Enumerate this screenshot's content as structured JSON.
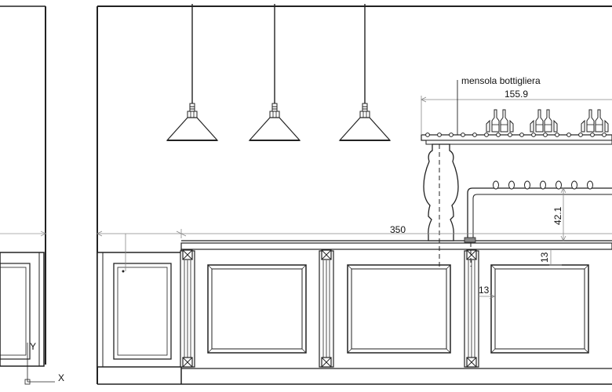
{
  "drawing": {
    "annotation_label": "mensola bottigliera",
    "dimensions": {
      "shelf_width": "155.9",
      "counter_length": "350",
      "shelf_height": "42.1",
      "panel_offset_top": "13",
      "panel_offset_side": "13"
    },
    "ucs": {
      "x_axis_label": "X",
      "y_axis_label": "Y"
    }
  }
}
